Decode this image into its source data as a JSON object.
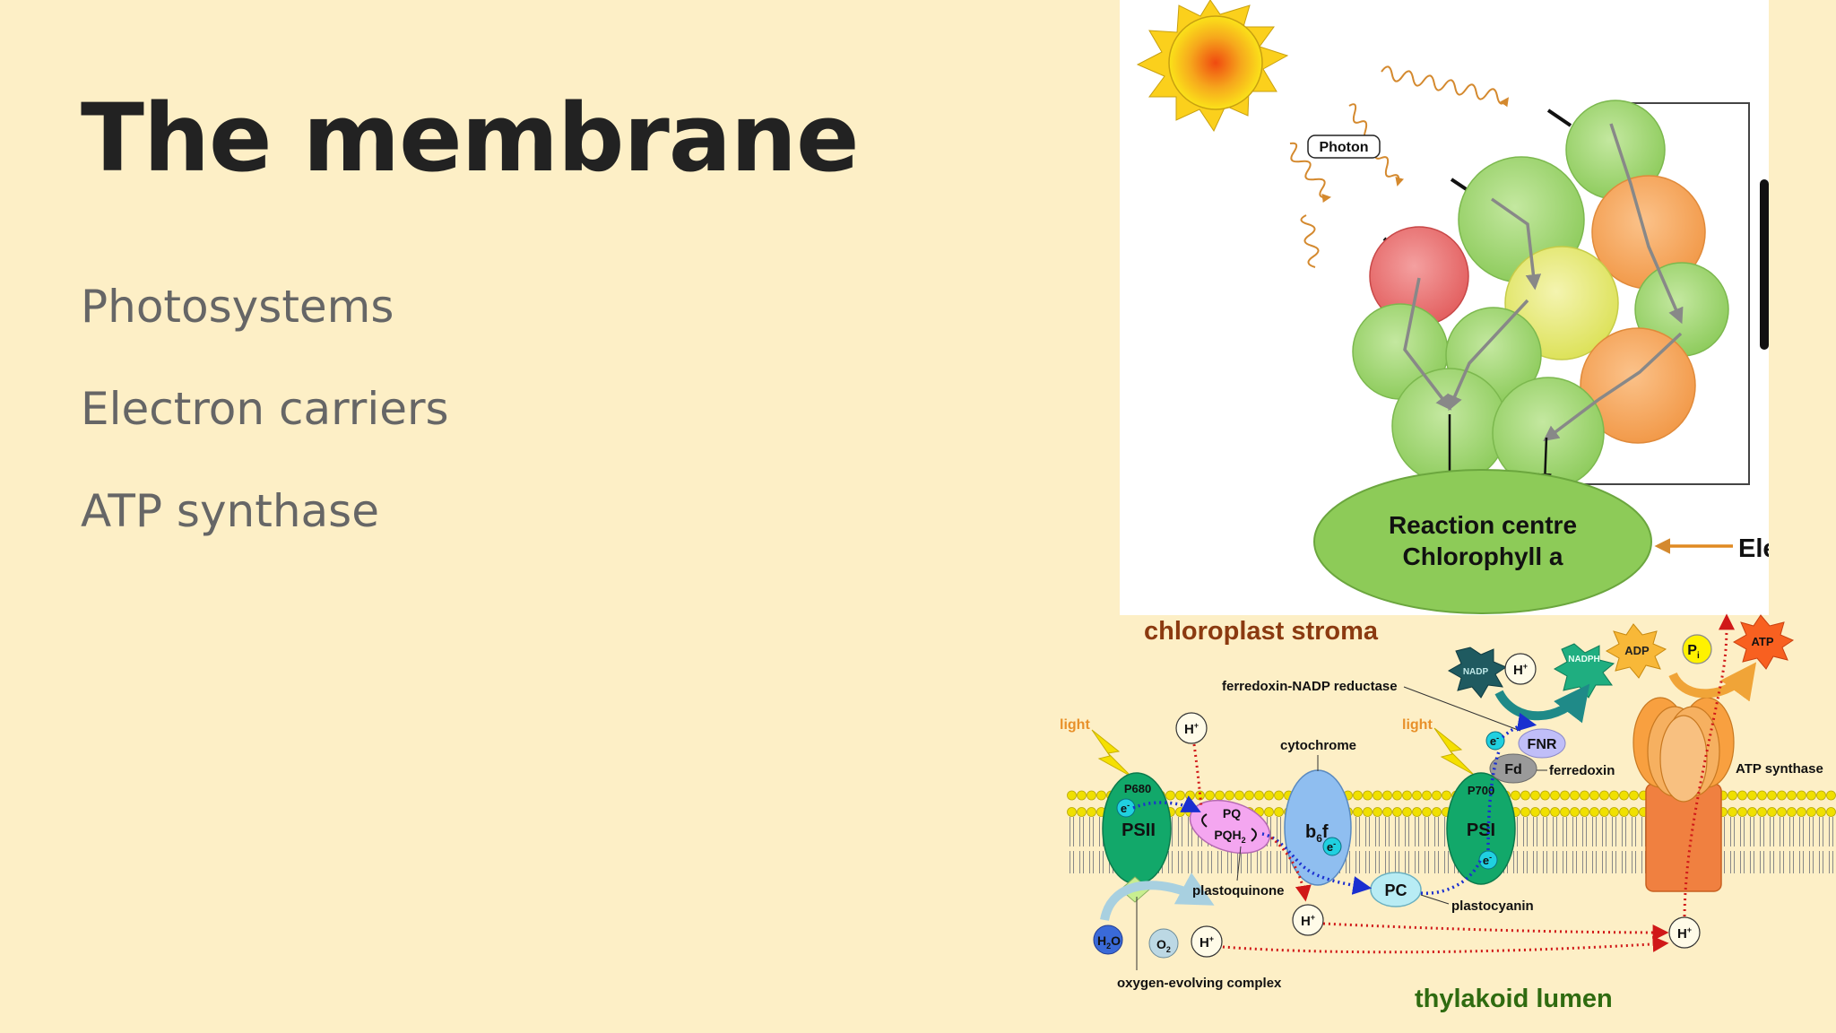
{
  "slide": {
    "title": "The membrane",
    "bullets": [
      "Photosystems",
      "Electron carriers",
      "ATP synthase"
    ]
  },
  "antenna_figure": {
    "photon_label": "Photon",
    "reaction_centre_line1": "Reaction centre",
    "reaction_centre_line2": "Chlorophyll a",
    "right_label_cut": "Ele"
  },
  "membrane_figure": {
    "stroma_label": "chloroplast stroma",
    "lumen_label": "thylakoid lumen",
    "light_label_1": "light",
    "light_label_2": "light",
    "fnr_enzyme_label": "ferredoxin-NADP reductase",
    "cytochrome_label": "cytochrome",
    "ferredoxin_label": "ferredoxin",
    "atp_synthase_label": "ATP synthase",
    "plastoquinone_label": "plastoquinone",
    "plastocyanin_label": "plastocyanin",
    "oec_label": "oxygen-evolving complex",
    "p680": "P680",
    "psii": "PSII",
    "p700": "P700",
    "psi": "PSI",
    "pq": "PQ",
    "pqh2": "PQH",
    "pqh2_sub": "2",
    "b6f_b": "b",
    "b6f_sub": "6",
    "b6f_f": "f",
    "pc": "PC",
    "fd": "Fd",
    "fnr": "FNR",
    "nadp": "NADP",
    "nadph": "NADPH",
    "adp": "ADP",
    "pi": "P",
    "pi_sub": "i",
    "atp": "ATP",
    "h": "H",
    "plus": "+",
    "e": "e",
    "minus": "-",
    "h2o_h": "H",
    "h2o_sub": "2",
    "h2o_o": "O",
    "o2_o": "O",
    "o2_sub": "2"
  },
  "colors": {
    "background": "#fdefc6",
    "title": "#222222",
    "bullet": "#666666",
    "stroma_text": "#8b3a10",
    "lumen_text": "#2f6b10"
  }
}
